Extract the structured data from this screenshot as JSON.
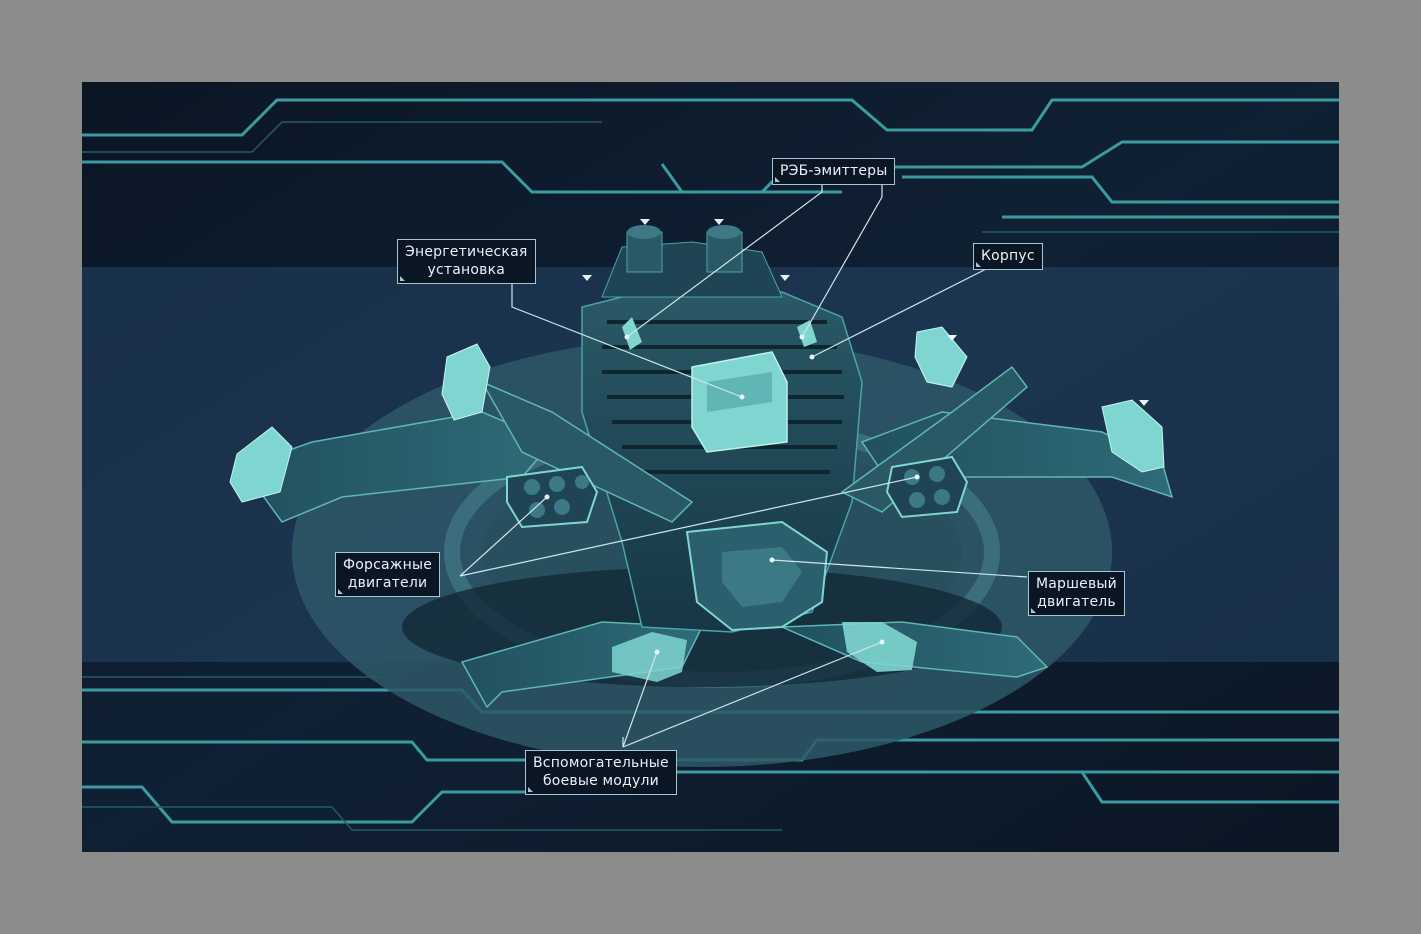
{
  "labels": {
    "reb_emitters": "РЭБ-эмиттеры",
    "power_plant_line1": "Энергетическая",
    "power_plant_line2": "установка",
    "hull": "Корпус",
    "afterburners_line1": "Форсажные",
    "afterburners_line2": "двигатели",
    "main_engine_line1": "Маршевый",
    "main_engine_line2": "двигатель",
    "aux_modules_line1": "Вспомогательные",
    "aux_modules_line2": "боевые модули"
  },
  "colors": {
    "frame": "#8c8c8c",
    "background": "#0d1928",
    "accent": "#3fa6a8",
    "ship_dark": "#1d3f4d",
    "ship_light": "#7fd6d0",
    "callout_border": "#a8c6cf"
  }
}
